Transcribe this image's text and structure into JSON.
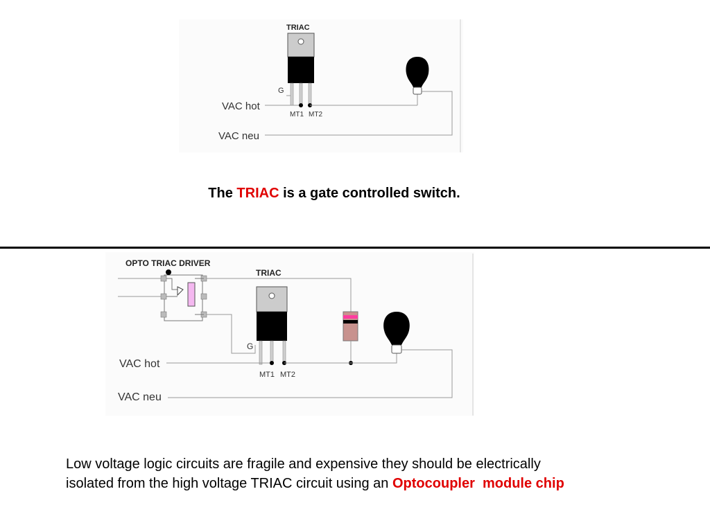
{
  "diagram1": {
    "triac_title": "TRIAC",
    "gate_label": "G",
    "vac_hot_label": "VAC hot",
    "vac_neu_label": "VAC neu",
    "mt1_label": "MT1",
    "mt2_label": "MT2"
  },
  "caption1": {
    "prefix": "The",
    "highlight": "TRIAC",
    "suffix": "is a gate controlled switch."
  },
  "diagram2": {
    "driver_title": "OPTO TRIAC DRIVER",
    "triac_title": "TRIAC",
    "gate_label": "G",
    "vac_hot_label": "VAC hot",
    "vac_neu_label": "VAC neu",
    "mt1_label": "MT1",
    "mt2_label": "MT2"
  },
  "caption2": {
    "line1": "Low voltage logic circuits are fragile and expensive they should be electrically",
    "line2_prefix": "isolated from the high voltage TRIAC circuit using an",
    "highlight1": "Optocoupler",
    "highlight2": "module chip"
  },
  "colors": {
    "highlight_red": "#e00000",
    "resistor_body": "#c8928e",
    "resistor_band_pink": "#ff3ca0",
    "led_pink": "#f4b8f0"
  }
}
